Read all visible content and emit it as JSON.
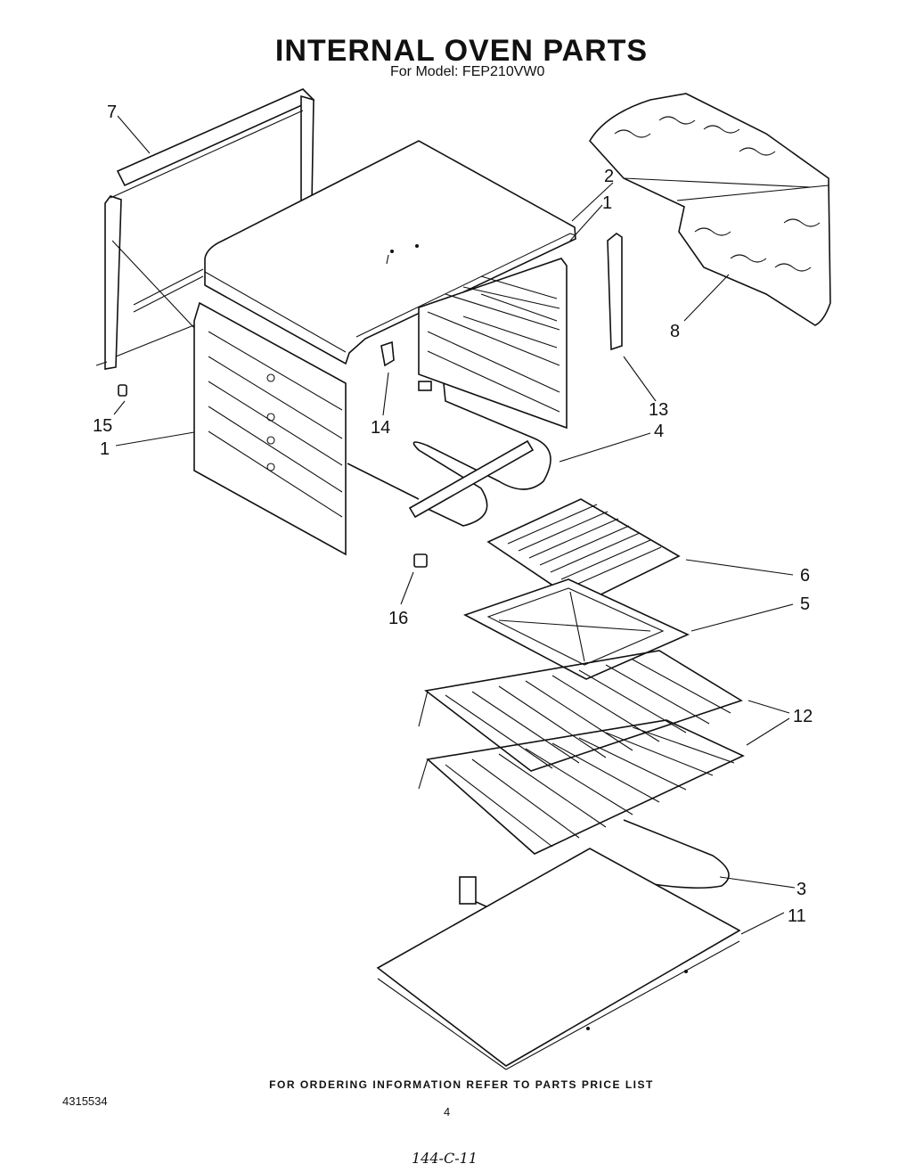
{
  "header": {
    "title": "INTERNAL OVEN PARTS",
    "subtitle": "For Model: FEP210VW0"
  },
  "footer": {
    "ordering_note": "FOR ORDERING INFORMATION REFER TO PARTS PRICE LIST",
    "document_number": "4315534",
    "page_number": "4",
    "handwritten_code": "144-C-11"
  },
  "callouts": [
    {
      "id": "c7",
      "label": "7"
    },
    {
      "id": "c2",
      "label": "2"
    },
    {
      "id": "c1a",
      "label": "1"
    },
    {
      "id": "c8",
      "label": "8"
    },
    {
      "id": "c13",
      "label": "13"
    },
    {
      "id": "c15",
      "label": "15"
    },
    {
      "id": "c1b",
      "label": "1"
    },
    {
      "id": "c14",
      "label": "14"
    },
    {
      "id": "c4",
      "label": "4"
    },
    {
      "id": "c6",
      "label": "6"
    },
    {
      "id": "c5",
      "label": "5"
    },
    {
      "id": "c16",
      "label": "16"
    },
    {
      "id": "c12",
      "label": "12"
    },
    {
      "id": "c3",
      "label": "3"
    },
    {
      "id": "c11",
      "label": "11"
    }
  ]
}
